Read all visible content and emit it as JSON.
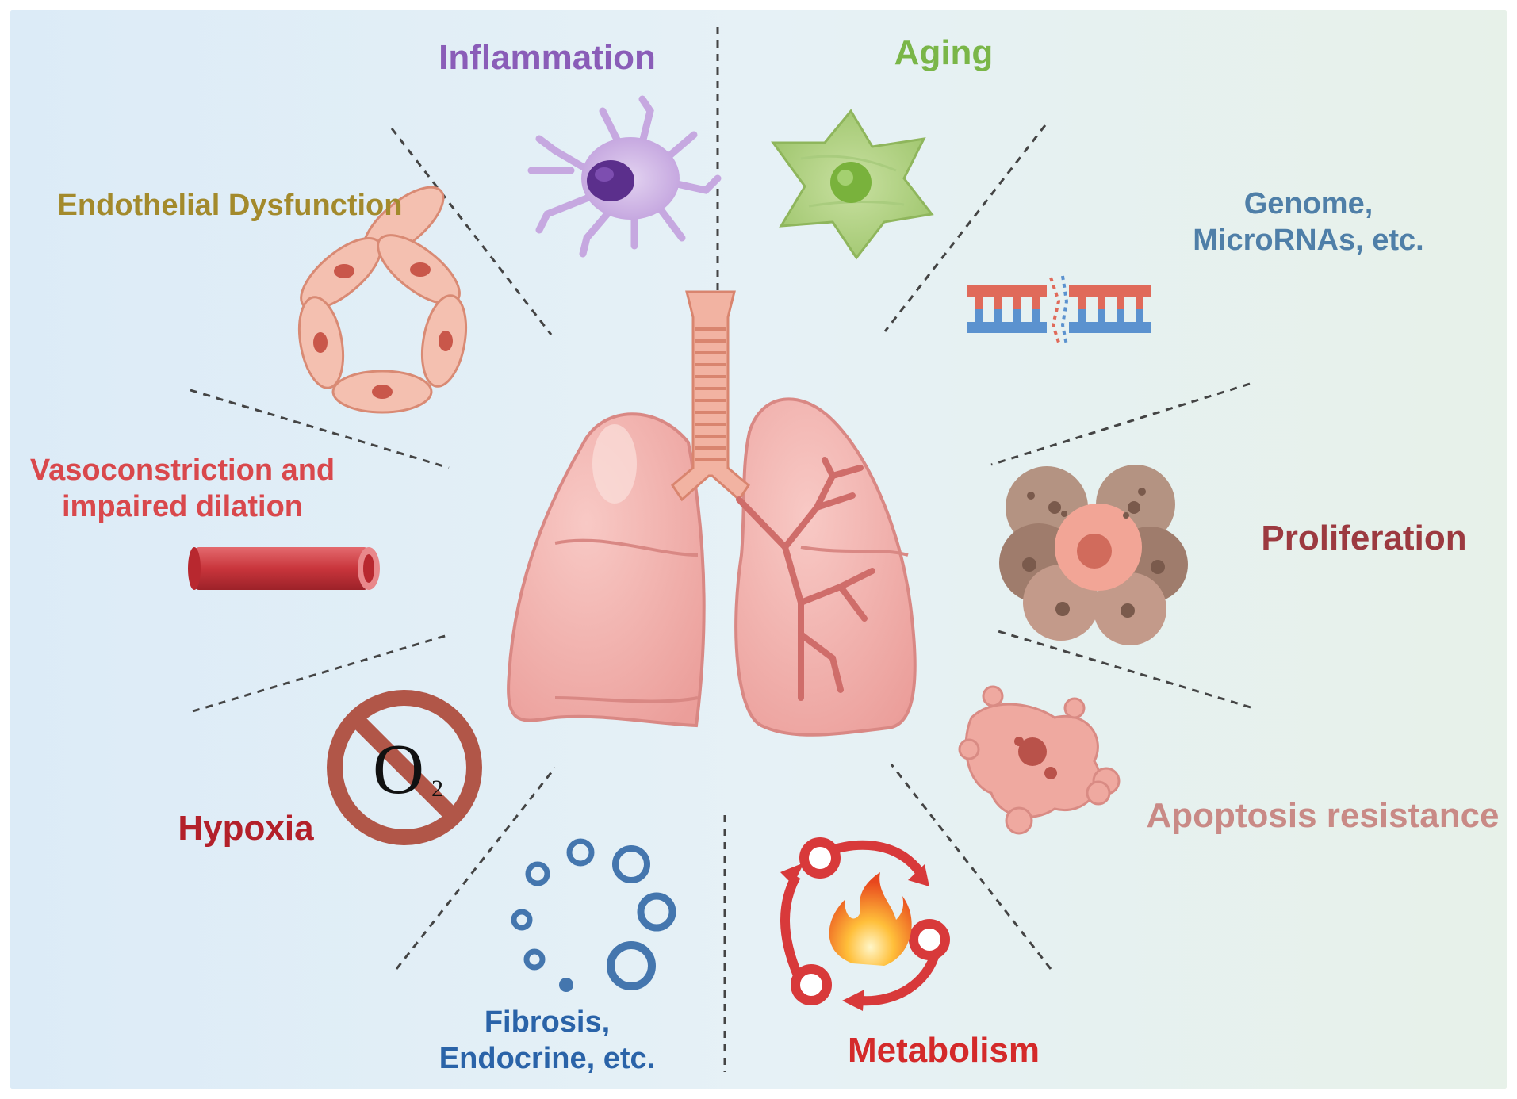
{
  "labels": {
    "inflammation": "Inflammation",
    "aging": "Aging",
    "endothelial": "Endothelial Dysfunction",
    "genome_l1": "Genome,",
    "genome_l2": "MicroRNAs, etc.",
    "vaso_l1": "Vasoconstriction and",
    "vaso_l2": "impaired dilation",
    "proliferation": "Proliferation",
    "hypoxia": "Hypoxia",
    "apoptosis": "Apoptosis resistance",
    "fibrosis_l1": "Fibrosis,",
    "fibrosis_l2": "Endocrine, etc.",
    "metabolism": "Metabolism",
    "o2_letter": "O",
    "o2_sub": "2"
  },
  "colors": {
    "inflammation": "#8a5db8",
    "aging": "#7ab648",
    "endothelial": "#a38a2c",
    "genome": "#4f7fa8",
    "vaso": "#d9484c",
    "proliferation": "#9c3a40",
    "hypoxia": "#b3202a",
    "apoptosis": "#c98a86",
    "fibrosis": "#2a63a8",
    "metabolism": "#d42a2a"
  }
}
